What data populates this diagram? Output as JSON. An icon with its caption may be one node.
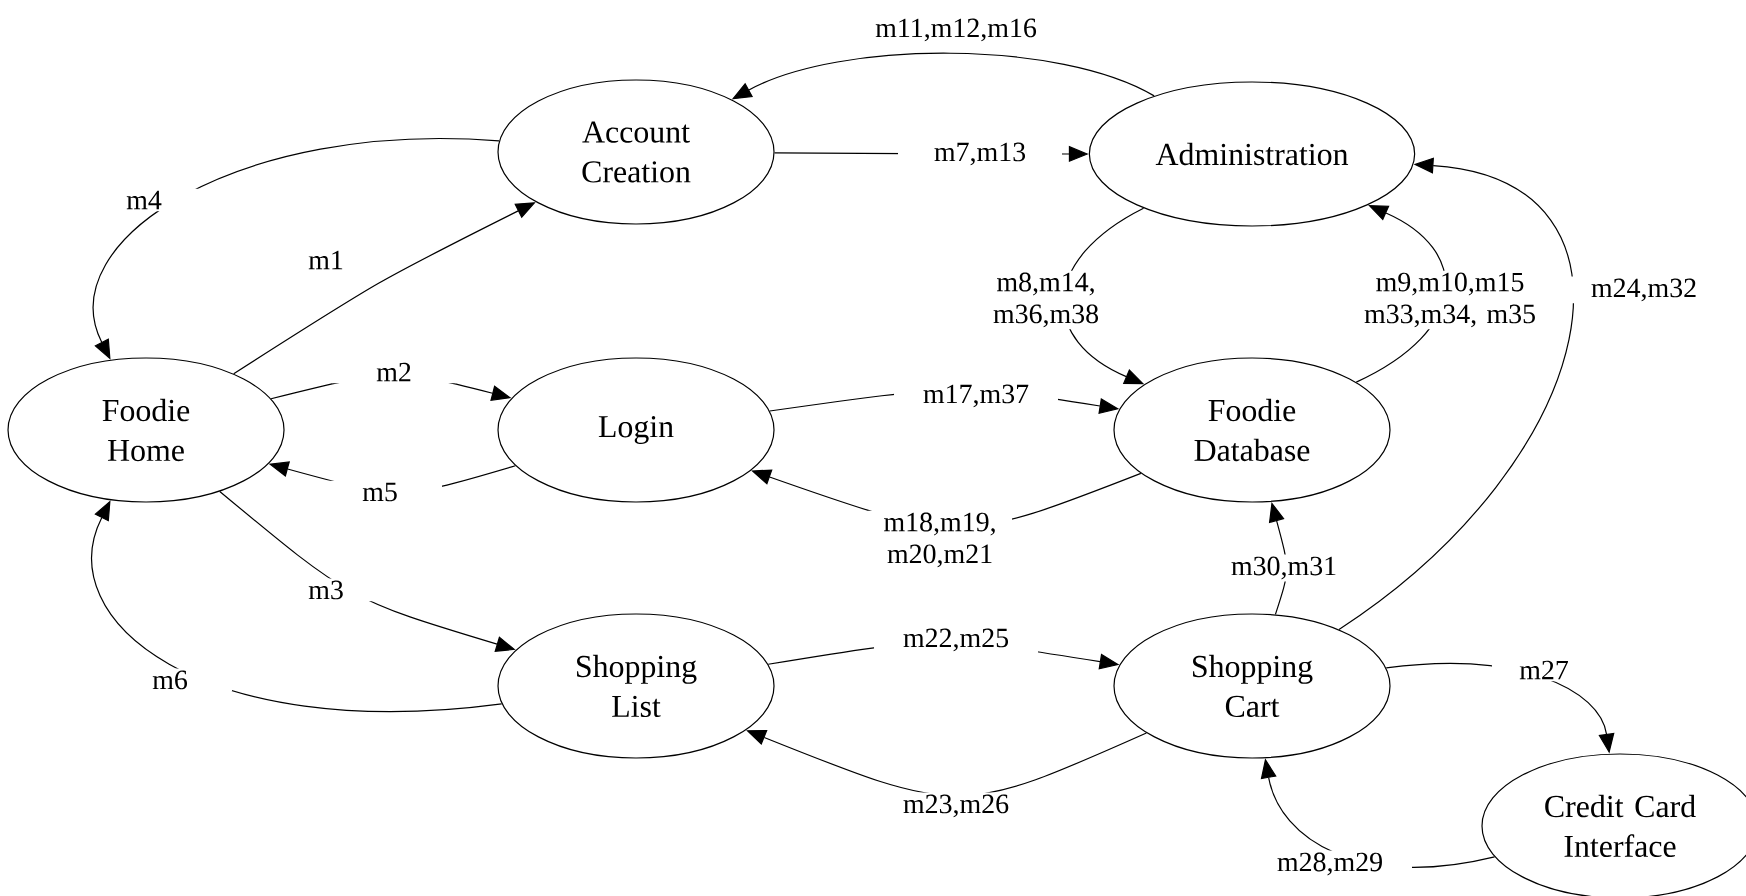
{
  "diagram": {
    "nodes": [
      {
        "text": [
          "Foodie Home"
        ]
      },
      {
        "text": [
          "Account Creation"
        ]
      },
      {
        "text": [
          "Login"
        ]
      },
      {
        "text": [
          "Shopping List"
        ]
      },
      {
        "text": [
          "Administration"
        ]
      },
      {
        "text": [
          "Foodie Database"
        ]
      },
      {
        "text": [
          "Shopping Cart"
        ]
      },
      {
        "text": [
          "Credit Card Interface"
        ]
      }
    ],
    "edges": [
      {
        "from": 0,
        "to": 1,
        "arrow": "to",
        "label": "m1"
      },
      {
        "from": 0,
        "to": 2,
        "arrow": "to",
        "label": "m2"
      },
      {
        "from": 0,
        "to": 3,
        "arrow": "to",
        "label": "m3"
      },
      {
        "from": 1,
        "to": 0,
        "arrow": "to",
        "label": "m4"
      },
      {
        "from": 2,
        "to": 0,
        "arrow": "to",
        "label": "m5"
      },
      {
        "from": 3,
        "to": 0,
        "arrow": "to",
        "label": "m6"
      },
      {
        "from": 1,
        "to": 4,
        "arrow": "to",
        "label": "m7,m13"
      },
      {
        "from": 4,
        "to": 1,
        "arrow": "to",
        "label": "m11,m12,m16"
      },
      {
        "from": 4,
        "to": 5,
        "arrow": "to",
        "label": "m8,m14, m36,m38"
      },
      {
        "from": 5,
        "to": 4,
        "arrow": "to",
        "label": "m9,m10,m15 m33,m34, m35"
      },
      {
        "from": 2,
        "to": 5,
        "arrow": "to",
        "label": "m17,m37"
      },
      {
        "from": 5,
        "to": 2,
        "arrow": "to",
        "label": "m18,m19, m20,m21"
      },
      {
        "from": 3,
        "to": 6,
        "arrow": "to",
        "label": "m22,m25"
      },
      {
        "from": 6,
        "to": 3,
        "arrow": "to",
        "label": "m23,m26"
      },
      {
        "from": 6,
        "to": 5,
        "arrow": "to",
        "label": "m30,m31"
      },
      {
        "from": 6,
        "to": 4,
        "arrow": "to",
        "label": "m24,m32"
      },
      {
        "from": 6,
        "to": 7,
        "arrow": "to",
        "label": "m27"
      },
      {
        "from": 7,
        "to": 6,
        "arrow": "to",
        "label": "m28,m29"
      }
    ]
  }
}
